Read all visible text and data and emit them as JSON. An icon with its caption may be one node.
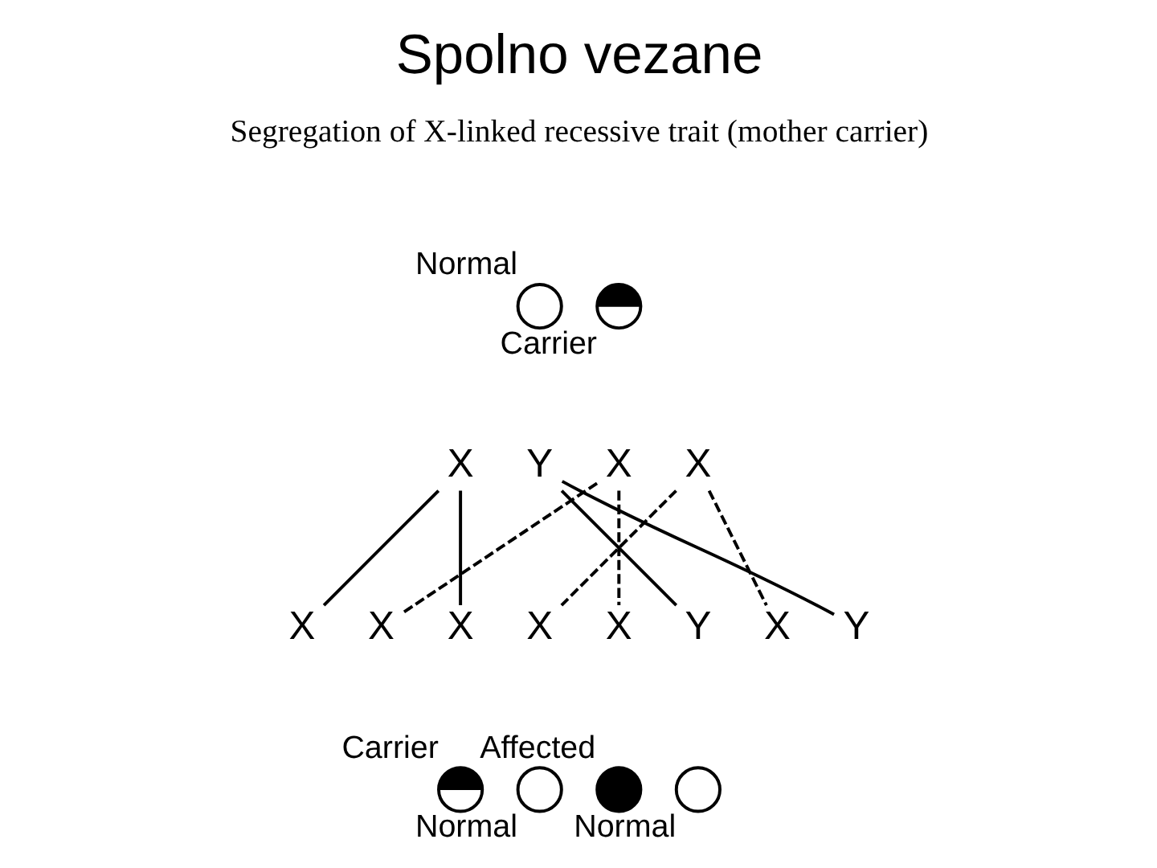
{
  "diagram": {
    "title": "Spolno vezane",
    "nodes": [
      {
        "text": [],
        "shape": "person",
        "beside": [
          "Normal"
        ]
      },
      {
        "text": [],
        "shape": "person",
        "beside": [
          "Carrier"
        ]
      },
      {
        "text": [
          "X"
        ]
      },
      {
        "text": [
          "Y"
        ]
      },
      {
        "text": [
          "X"
        ]
      },
      {
        "text": [
          "X"
        ]
      },
      {
        "text": [
          "X"
        ]
      },
      {
        "text": [
          "X"
        ]
      },
      {
        "text": [
          "X"
        ]
      },
      {
        "text": [
          "X"
        ]
      },
      {
        "text": [
          "X"
        ]
      },
      {
        "text": [
          "Y"
        ]
      },
      {
        "text": [
          "X"
        ]
      },
      {
        "text": [
          "Y"
        ]
      },
      {
        "text": [],
        "shape": "person",
        "beside": [
          "Carrier"
        ]
      },
      {
        "text": [],
        "shape": "person",
        "beside": [
          "Normal"
        ]
      },
      {
        "text": [],
        "shape": "person",
        "beside": [
          "Affected"
        ]
      },
      {
        "text": [],
        "shape": "person",
        "beside": [
          "Normal"
        ]
      }
    ],
    "edges": [
      {
        "from": 2,
        "to": 6,
        "arrow": "none"
      },
      {
        "from": 2,
        "to": 8,
        "arrow": "none"
      },
      {
        "from": 3,
        "to": 11,
        "arrow": "none"
      },
      {
        "from": 3,
        "to": 13,
        "arrow": "none"
      },
      {
        "from": 4,
        "to": 7,
        "arrow": "none",
        "style": "dashed"
      },
      {
        "from": 4,
        "to": 10,
        "arrow": "none",
        "style": "dashed"
      },
      {
        "from": 5,
        "to": 9,
        "arrow": "none",
        "style": "dashed"
      },
      {
        "from": 5,
        "to": 12,
        "arrow": "none",
        "style": "dashed"
      }
    ],
    "labels": [
      "Segregation of X-linked recessive trait (mother carrier)"
    ]
  }
}
